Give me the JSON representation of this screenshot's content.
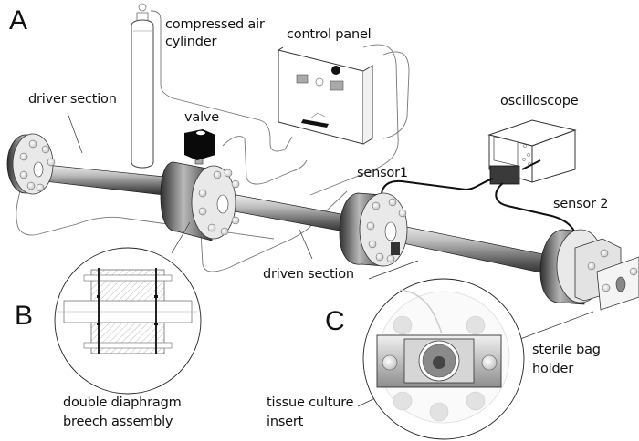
{
  "figure": {
    "panels": [
      {
        "id": "A",
        "label": "A"
      },
      {
        "id": "B",
        "label": "B"
      },
      {
        "id": "C",
        "label": "C"
      }
    ],
    "labels": {
      "compressed_air_line1": "compressed air",
      "compressed_air_line2": "cylinder",
      "control_panel": "control panel",
      "driver_section": "driver section",
      "valve": "valve",
      "oscilloscope": "oscilloscope",
      "sensor1": "sensor1",
      "sensor2": "sensor 2",
      "driven_section": "driven section",
      "breech_line1": "double diaphragm",
      "breech_line2": "breech assembly",
      "tissue_line1": "tissue culture",
      "tissue_line2": "insert",
      "sterile_line1": "sterile bag",
      "sterile_line2": "holder"
    },
    "colors": {
      "ink": "#111111",
      "steel_light": "#e6e6e6",
      "steel_mid": "#9a9a9a",
      "steel_dark": "#3a3a3a",
      "valve_black": "#0a0a0a",
      "wire": "#666666"
    }
  }
}
